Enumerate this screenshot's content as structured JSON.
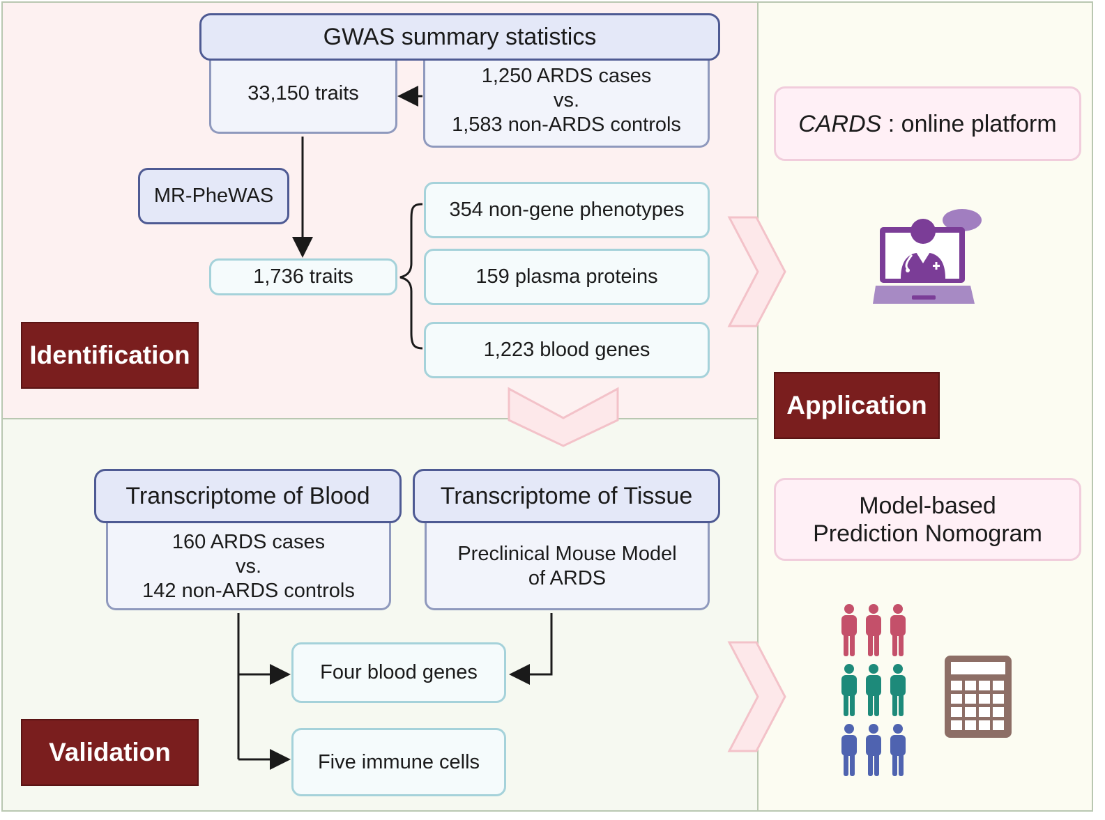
{
  "identification": {
    "label": "Identification",
    "gwas_header": "GWAS summary statistics",
    "traits_total": "33,150 traits",
    "cases_lines": [
      "1,250 ARDS cases",
      "vs.",
      "1,583 non-ARDS controls"
    ],
    "method": "MR-PheWAS",
    "traits_selected": "1,736 traits",
    "categories": [
      "354 non-gene phenotypes",
      "159 plasma proteins",
      "1,223 blood genes"
    ]
  },
  "validation": {
    "label": "Validation",
    "blood_header": "Transcriptome of Blood",
    "blood_lines": [
      "160 ARDS cases",
      "vs.",
      "142 non-ARDS controls"
    ],
    "tissue_header": "Transcriptome of Tissue",
    "tissue_lines": [
      "Preclinical Mouse Model",
      "of ARDS"
    ],
    "result_genes": "Four blood genes",
    "result_cells": "Five immune cells"
  },
  "application": {
    "label": "Application",
    "platform_name": "CARDS",
    "platform_rest": " : online platform",
    "nomogram_lines": [
      "Model-based",
      "Prediction Nomogram"
    ],
    "icons": [
      "doctor-laptop-icon",
      "people-group-icon",
      "calculator-icon"
    ]
  },
  "colors": {
    "identification_bg": "#fdf1f1",
    "validation_bg": "#f6f9f1",
    "application_bg": "#fcfcf2",
    "label_bg": "#7a1e1e",
    "people_rows": [
      "#c4506a",
      "#1d8a7a",
      "#4f63b0"
    ],
    "calculator": "#8d6e66",
    "laptop": "#7b3d97"
  }
}
